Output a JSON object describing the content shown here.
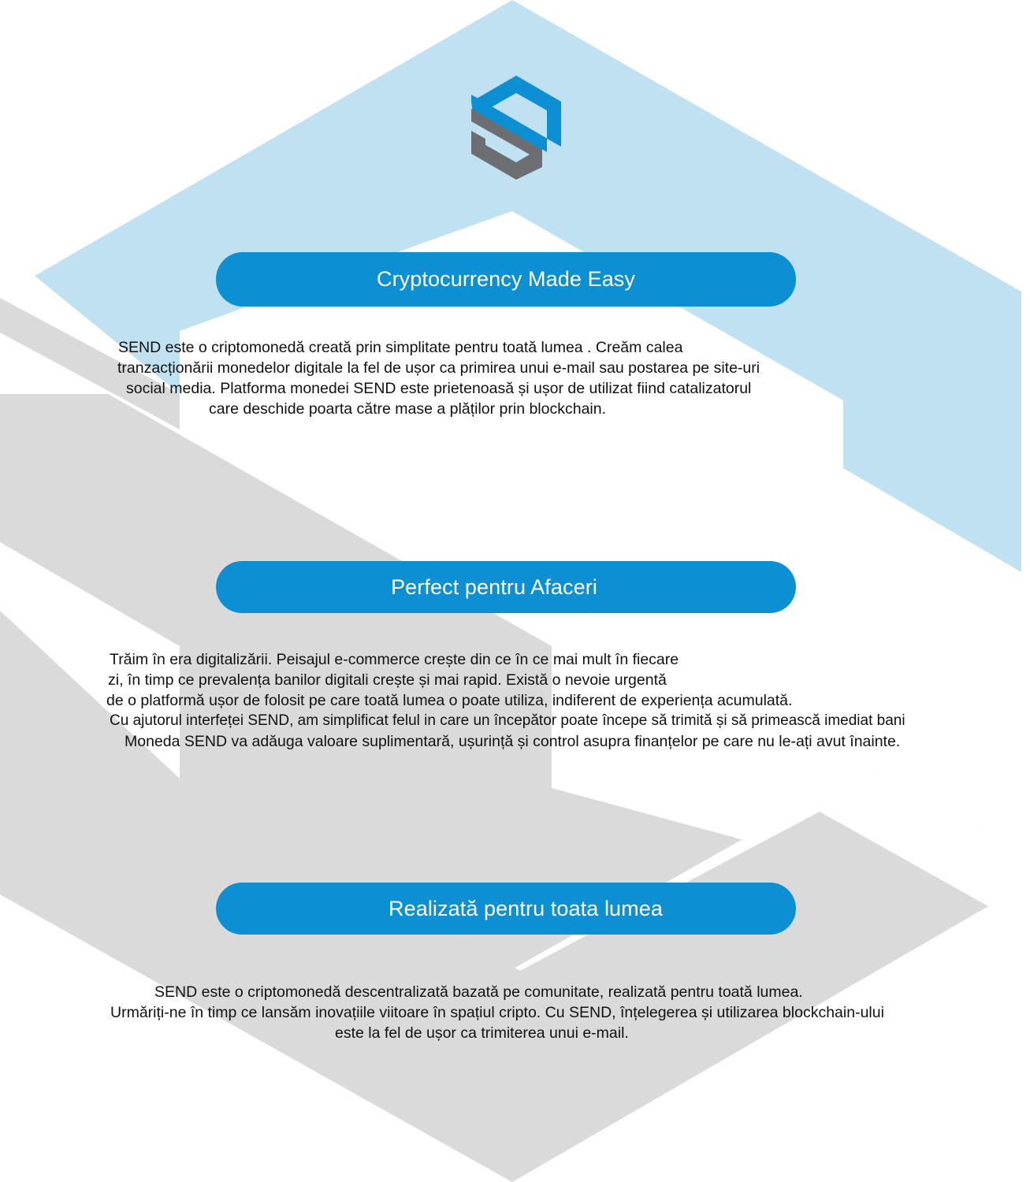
{
  "colors": {
    "light_blue": "#bfe1f2",
    "light_gray": "#dadada",
    "brand_blue": "#0d8fd3",
    "logo_gray": "#6d6e71"
  },
  "logo": {
    "icon": "send-s-logo-icon"
  },
  "sections": [
    {
      "heading": "Cryptocurrency Made Easy",
      "lines": [
        "SEND este o criptomonedă creată prin simplitate pentru toată lumea . Creăm calea",
        "tranzacționării monedelor digitale la fel de ușor ca primirea unui e-mail sau postarea pe site-uri",
        "social media. Platforma monedei SEND este prietenoasă și ușor de utilizat fiind catalizatorul",
        "care deschide poarta către mase a plăților prin blockchain."
      ]
    },
    {
      "heading": "Perfect pentru Afaceri",
      "lines": [
        "Trăim în era digitalizării. Peisajul e-commerce crește din ce în ce mai mult în fiecare",
        "zi, în timp ce prevalența banilor digitali crește și mai rapid. Există o nevoie urgentă",
        "de o platformă ușor de folosit pe care toată lumea o poate utiliza, indiferent de experiența acumulată.",
        "Cu ajutorul interfeței SEND, am simplificat felul in care un începător poate începe să trimită și să primească imediat bani",
        "Moneda SEND va adăuga valoare suplimentară, ușurință și control asupra finanțelor pe care nu le-ați avut înainte."
      ]
    },
    {
      "heading": "Realizată pentru toata lumea",
      "lines": [
        "SEND este o criptomonedă descentralizată bazată pe comunitate, realizată pentru toată lumea.",
        "Urmăriți-ne în timp ce lansăm inovațiile viitoare în spațiul cripto. Cu SEND, înțelegerea și utilizarea blockchain-ului",
        "este la fel de ușor ca trimiterea unui e-mail."
      ]
    }
  ]
}
